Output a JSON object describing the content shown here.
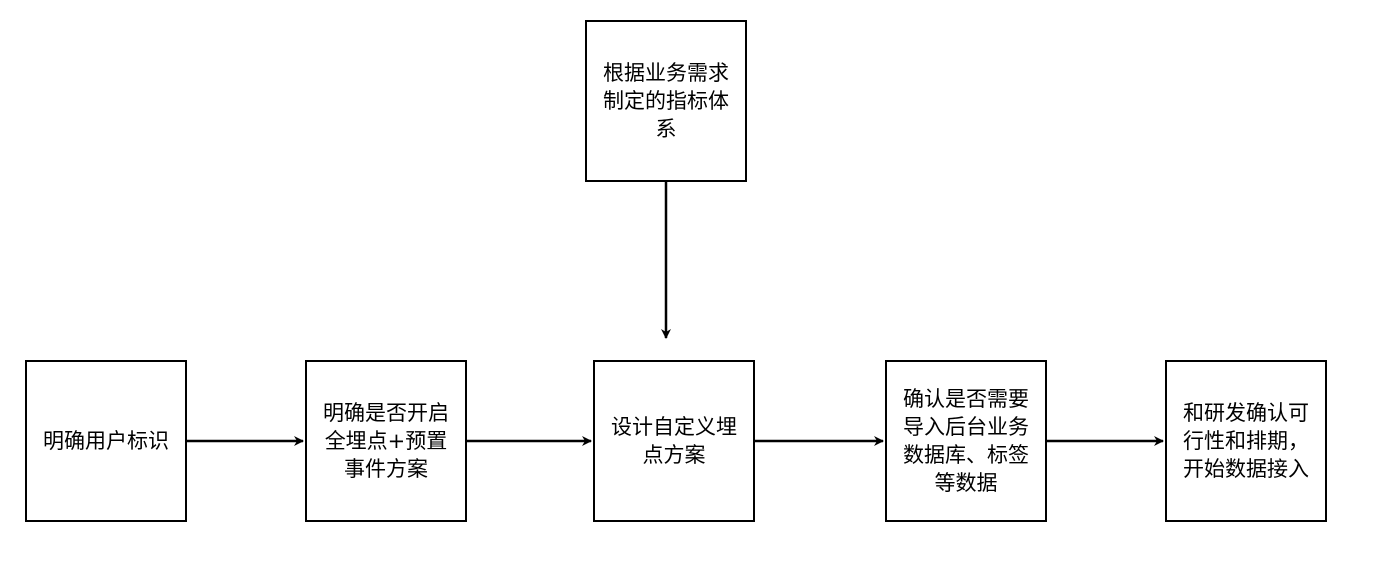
{
  "nodes": {
    "requirements": {
      "text": "根据业务需求\n制定的指标体\n系"
    },
    "user_id": {
      "text": "明确用户标识"
    },
    "full_tracking": {
      "text": "明确是否开启\n全埋点+预置\n事件方案"
    },
    "custom_tracking": {
      "text": "设计自定义埋\n点方案"
    },
    "import_data": {
      "text": "确认是否需要\n导入后台业务\n数据库、标签\n等数据"
    },
    "dev_confirm": {
      "text": "和研发确认可\n行性和排期，\n开始数据接入"
    }
  },
  "colors": {
    "stroke": "#000000",
    "fill": "#ffffff",
    "text": "#000000"
  }
}
